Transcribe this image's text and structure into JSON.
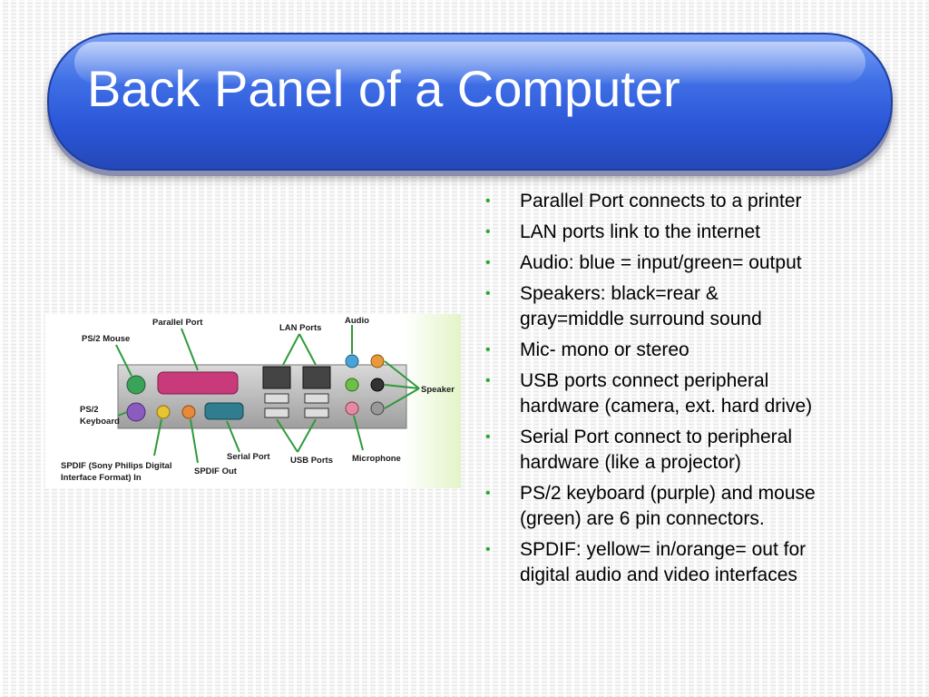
{
  "slide": {
    "title": "Back Panel of a Computer"
  },
  "figure": {
    "labels": {
      "ps2_mouse": "PS/2 Mouse",
      "parallel_port": "Parallel Port",
      "lan_ports": "LAN Ports",
      "audio": "Audio",
      "speaker": "Speaker",
      "ps2_line1": "PS/2",
      "ps2_line2": "Keyboard",
      "spdif_in_line1": "SPDIF (Sony Philips Digital",
      "spdif_in_line2": "Interface Format) In",
      "spdif_out": "SPDIF Out",
      "serial_port": "Serial Port",
      "usb_ports": "USB Ports",
      "microphone": "Microphone"
    }
  },
  "bullets": [
    {
      "lines": [
        "Parallel Port connects to a printer"
      ]
    },
    {
      "lines": [
        "LAN ports link to the internet"
      ]
    },
    {
      "lines": [
        "Audio: blue = input/green= output"
      ]
    },
    {
      "lines": [
        "Speakers: black=rear &",
        "gray=middle surround sound"
      ]
    },
    {
      "lines": [
        "Mic- mono or stereo"
      ]
    },
    {
      "lines": [
        "USB ports connect peripheral",
        "hardware (camera, ext. hard drive)"
      ]
    },
    {
      "lines": [
        "Serial Port connect to peripheral",
        "hardware (like a projector)"
      ]
    },
    {
      "lines": [
        "PS/2 keyboard (purple) and mouse",
        "(green) are 6 pin connectors."
      ]
    },
    {
      "lines": [
        "SPDIF: yellow= in/orange= out for",
        "digital audio and video interfaces"
      ]
    }
  ],
  "colors": {
    "title_bar": "#2a55d6",
    "bullet": "#27a834"
  }
}
